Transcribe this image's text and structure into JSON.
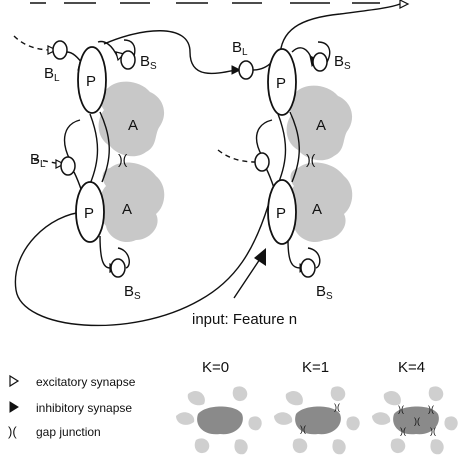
{
  "labels": {
    "p": "P",
    "a": "A",
    "b": "B",
    "sub_l": "L",
    "sub_s": "S",
    "input": "input: Feature n"
  },
  "legend": {
    "excitatory": "excitatory synapse",
    "inhibitory": "inhibitory synapse",
    "gap": "gap junction"
  },
  "k_panels": [
    "K=0",
    "K=1",
    "K=4"
  ],
  "colors": {
    "astrocyte": "#c8c8c8",
    "astrocyte_highlight": "#8a8a8a",
    "lines": "#111111"
  }
}
